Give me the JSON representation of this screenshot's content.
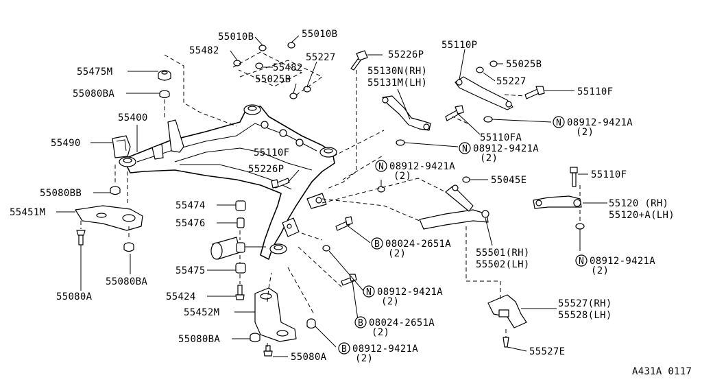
{
  "diagram_id": "A431A 0117",
  "callouts": {
    "p55010B_a": "55010B",
    "p55010B_b": "55010B",
    "p55482_a": "55482",
    "p55482_b": "55482",
    "p55227_a": "55227",
    "p55025B_a": "55025B",
    "p55226P_a": "55226P",
    "p55110P": "55110P",
    "p55025B_b": "55025B",
    "p55227_b": "55227",
    "p55110F_a": "55110F",
    "p55130N": "55130N(RH)",
    "p55131M": "55131M(LH)",
    "p55475M": "55475M",
    "p55080BA_a": "55080BA",
    "p55400": "55400",
    "p55490": "55490",
    "p55110F_b": "55110F",
    "p55226P_b": "55226P",
    "p55110FA": "55110FA",
    "n08912_a": "08912-9421A",
    "q2_a": "(2)",
    "n08912_b": "08912-9421A",
    "q2_b": "(2)",
    "n08912_c": "08912-9421A",
    "q2_c": "(2)",
    "p55045E": "55045E",
    "p55110F_c": "55110F",
    "p55080BB": "55080BB",
    "p55451M": "55451M",
    "p55474": "55474",
    "p55476": "55476",
    "p55120": "55120   (RH)",
    "p55120A": "55120+A(LH)",
    "b08024_a": "08024-2651A",
    "q2_d": "(2)",
    "p55501": "55501(RH)",
    "p55502": "55502(LH)",
    "n08912_d": "08912-9421A",
    "q2_e": "(2)",
    "p55475": "55475",
    "p55080BA_b": "55080BA",
    "p55080A_a": "55080A",
    "p55424": "55424",
    "n08912_e": "08912-9421A",
    "q2_f": "(2)",
    "p55452M": "55452M",
    "p55527": "55527(RH)",
    "p55528": "55528(LH)",
    "b08024_b": "08024-2651A",
    "q2_g": "(2)",
    "p55080BA_c": "55080BA",
    "b08912": "08912-9421A",
    "q2_h": "(2)",
    "p55080A_b": "55080A",
    "p55527E": "55527E"
  },
  "symbols": {
    "nut_letter": "N",
    "bolt_letter": "B"
  }
}
